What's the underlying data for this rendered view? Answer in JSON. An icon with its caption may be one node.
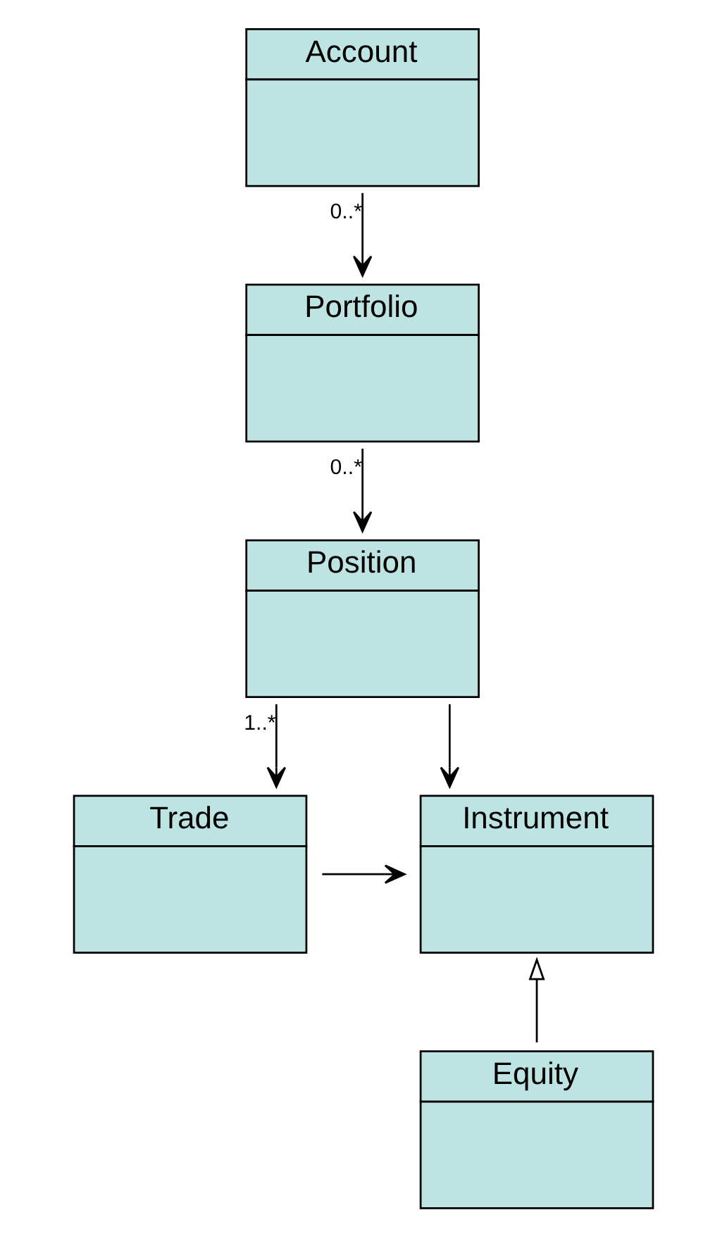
{
  "diagram": {
    "nodes": [
      {
        "text": [
          "Account"
        ]
      },
      {
        "text": [
          "Portfolio"
        ]
      },
      {
        "text": [
          "Position"
        ]
      },
      {
        "text": [
          "Instrument"
        ]
      },
      {
        "text": [
          "Trade"
        ]
      },
      {
        "text": [
          "Equity"
        ]
      }
    ],
    "edges": [
      {
        "from": 0,
        "to": 1,
        "arrow": "to",
        "label": "0..*"
      },
      {
        "from": 1,
        "to": 2,
        "arrow": "to",
        "label": "0..*"
      },
      {
        "from": 2,
        "to": 3,
        "arrow": "to"
      },
      {
        "from": 2,
        "to": 4,
        "arrow": "to",
        "label": "1..*"
      },
      {
        "from": 4,
        "to": 3,
        "arrow": "to"
      },
      {
        "from": 5,
        "to": 3,
        "arrow": "to"
      }
    ]
  }
}
